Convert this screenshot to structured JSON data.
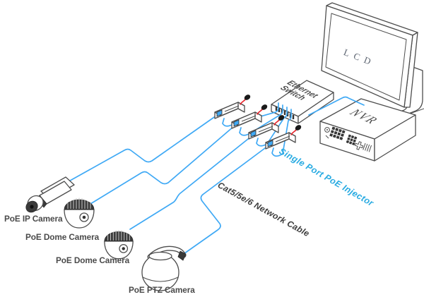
{
  "diagram": {
    "type": "poe-surveillance-system-wiring-diagram",
    "devices": {
      "monitor": {
        "label": "LCD"
      },
      "switch": {
        "label_line1": "Ethernet",
        "label_line2": "Switch"
      },
      "nvr": {
        "label": "NVR"
      },
      "injectors": {
        "count": 4,
        "label": "Single Port PoE Injector"
      },
      "cameras": [
        {
          "id": "ip-camera",
          "label": "PoE IP Camera"
        },
        {
          "id": "dome-camera-1",
          "label": "PoE Dome Camera"
        },
        {
          "id": "dome-camera-2",
          "label": "PoE Dome Camera"
        },
        {
          "id": "ptz-camera",
          "label": "PoE PTZ Camera"
        }
      ]
    },
    "annotations": {
      "cable_label": "Cat5/5e/6 Network Cable"
    },
    "connections": [
      "PoE IP Camera -> PoE Injector 1 -> Ethernet Switch",
      "PoE Dome Camera -> PoE Injector 2 -> Ethernet Switch",
      "PoE Dome Camera -> PoE Injector 3 -> Ethernet Switch",
      "PoE PTZ Camera -> PoE Injector 4 -> Ethernet Switch",
      "Ethernet Switch -> NVR",
      "NVR -> LCD"
    ],
    "colors": {
      "cable_blue": "#3FA9F5",
      "injector_label_blue": "#29ABE2",
      "outline_gray": "#4D4D4D",
      "camera_label_gray": "#4A4A4A",
      "power_cord_red": "#E8262D",
      "plug_black": "#1A1A1A"
    }
  }
}
